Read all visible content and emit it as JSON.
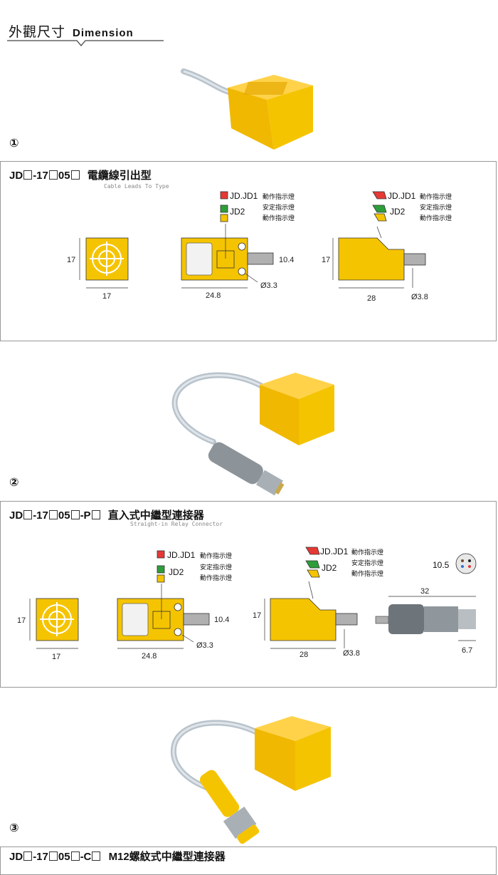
{
  "header": {
    "title_zh": "外觀尺寸",
    "title_en": "Dimension"
  },
  "colors": {
    "yellow": "#f5c400",
    "red": "#e53935",
    "green": "#2e9e3a",
    "cable": "#b9c3cb"
  },
  "sections": [
    {
      "number": "①",
      "title_prefix": "JD",
      "title_mid1": "-17",
      "title_mid2": "05",
      "title_zh": "電纜線引出型",
      "subtitle": "Cable Leads To Type",
      "indicator": {
        "jd_label": "JD.JD1",
        "jd_text": "動作指示燈",
        "jd2_label": "JD2",
        "stable_text": "安定指示燈",
        "action_text": "動作指示燈"
      },
      "dims": {
        "face_h": "17",
        "face_w": "17",
        "hole": "10.4",
        "len": "24.8",
        "hole_d": "Ø3.3",
        "side_h": "17",
        "side_len": "28",
        "cable_d": "Ø3.8"
      }
    },
    {
      "number": "②",
      "title_prefix": "JD",
      "title_mid1": "-17",
      "title_mid2": "05",
      "title_suffix": "-P",
      "title_zh": "直入式中繼型連接器",
      "subtitle": "Straight-in Relay Connector",
      "indicator": {
        "jd_label": "JD.JD1",
        "jd_text": "動作指示燈",
        "jd2_label": "JD2",
        "stable_text": "安定指示燈",
        "action_text": "動作指示燈"
      },
      "dims": {
        "face_h": "17",
        "face_w": "17",
        "hole": "10.4",
        "len": "24.8",
        "hole_d": "Ø3.3",
        "side_h": "17",
        "side_len": "28",
        "cable_d": "Ø3.8",
        "conn_len": "32",
        "conn_d": "10.5",
        "conn_tip": "6.7"
      }
    },
    {
      "number": "③",
      "title_prefix": "JD",
      "title_mid1": "-17",
      "title_mid2": "05",
      "title_suffix": "-C",
      "title_zh": "M12螺紋式中繼型連接器"
    }
  ]
}
